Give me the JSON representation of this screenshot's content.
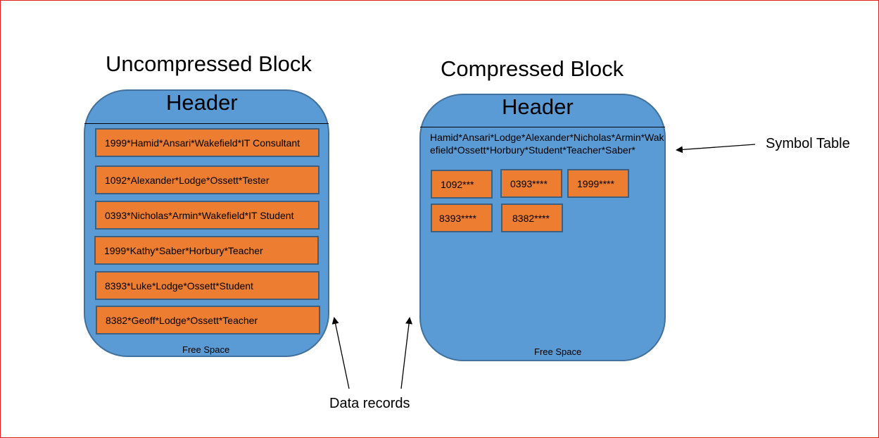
{
  "uncompressed": {
    "title": "Uncompressed Block",
    "header": "Header",
    "records": [
      "1999*Hamid*Ansari*Wakefield*IT Consultant",
      "1092*Alexander*Lodge*Ossett*Tester",
      "0393*Nicholas*Armin*Wakefield*IT Student",
      "1999*Kathy*Saber*Horbury*Teacher",
      "8393*Luke*Lodge*Ossett*Student",
      "8382*Geoff*Lodge*Ossett*Teacher"
    ],
    "free_space": "Free Space"
  },
  "compressed": {
    "title": "Compressed Block",
    "header": "Header",
    "symbol_table": "Hamid*Ansari*Lodge*Alexander*Nicholas*Armin*Wakefield*Ossett*Horbury*Student*Teacher*Saber*",
    "records": [
      "1092***",
      "0393****",
      "1999****",
      "8393****",
      "8382****"
    ],
    "free_space": "Free Space"
  },
  "labels": {
    "symbol_table": "Symbol Table",
    "data_records": "Data records"
  },
  "colors": {
    "block_fill": "#5b9bd5",
    "block_border": "#41719c",
    "record_fill": "#ed7d31",
    "frame_border": "#e0201f"
  }
}
